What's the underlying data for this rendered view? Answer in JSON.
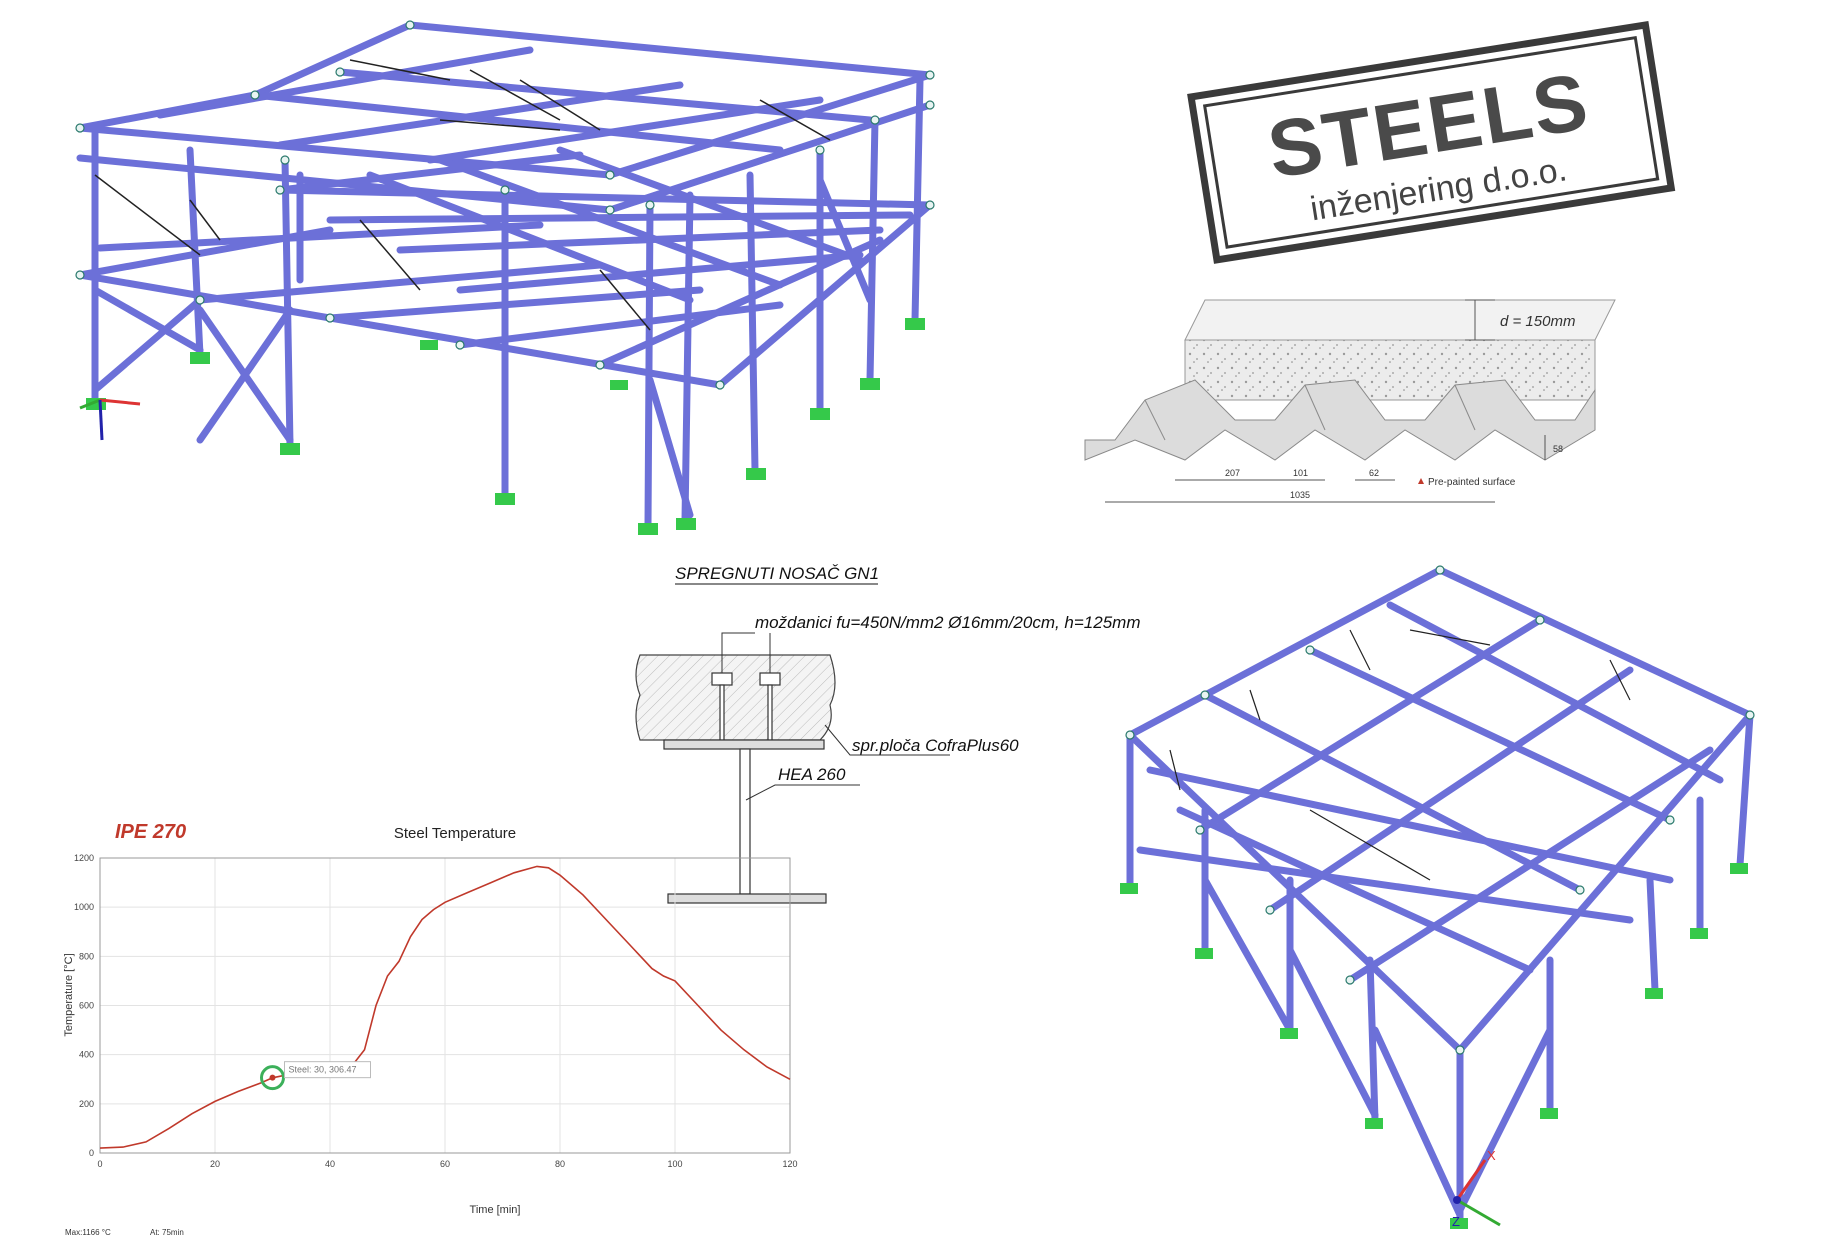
{
  "logo": {
    "brand": "STEELS",
    "subtitle": "inženjering d.o.o."
  },
  "slab": {
    "thickness_label": "d = 150mm",
    "rib_height": "58",
    "dim_rib_spacing": "207",
    "dim_rib_bottom": "101",
    "dim_rib_top": "62",
    "dim_total_width": "1035",
    "legend_marker": "Pre-painted surface"
  },
  "section": {
    "title": "SPREGNUTI NOSAČ GN1",
    "studs_label": "moždanici fu=450N/mm2 Ø16mm/20cm, h=125mm",
    "deck_label": "spr.ploča CofraPlus60",
    "beam_label": "HEA 260"
  },
  "chart_data": {
    "type": "line",
    "profile_label": "IPE 270",
    "title": "Steel Temperature",
    "xlabel": "Time [min]",
    "ylabel": "Temperature [°C]",
    "xlim": [
      0,
      120
    ],
    "ylim": [
      0,
      1200
    ],
    "xticks": [
      0,
      20,
      40,
      60,
      80,
      100,
      120
    ],
    "yticks": [
      0,
      200,
      400,
      600,
      800,
      1000,
      1200
    ],
    "grid": true,
    "series": [
      {
        "color": "#c0392b",
        "x": [
          0,
          4,
          8,
          12,
          16,
          20,
          24,
          28,
          30,
          35,
          40,
          44,
          46,
          48,
          50,
          52,
          54,
          56,
          58,
          60,
          64,
          68,
          72,
          76,
          78,
          80,
          84,
          88,
          92,
          96,
          98,
          100,
          104,
          108,
          112,
          116,
          120
        ],
        "y": [
          20,
          24,
          45,
          100,
          160,
          210,
          250,
          285,
          306,
          330,
          345,
          360,
          420,
          600,
          720,
          780,
          880,
          950,
          990,
          1020,
          1060,
          1100,
          1140,
          1166,
          1160,
          1130,
          1050,
          950,
          850,
          750,
          720,
          700,
          600,
          500,
          420,
          350,
          300
        ]
      }
    ],
    "annotation": "Steel: 30, 306.47",
    "annotation_point": [
      30,
      306.47
    ],
    "footer_max": "Max:1166 °C",
    "footer_at": "At: 75min"
  },
  "colors": {
    "member": "#7b7fe0",
    "support": "#35c94a",
    "chart_line": "#c0392b"
  },
  "axes_3d": {
    "x": "X",
    "z": "Z"
  }
}
